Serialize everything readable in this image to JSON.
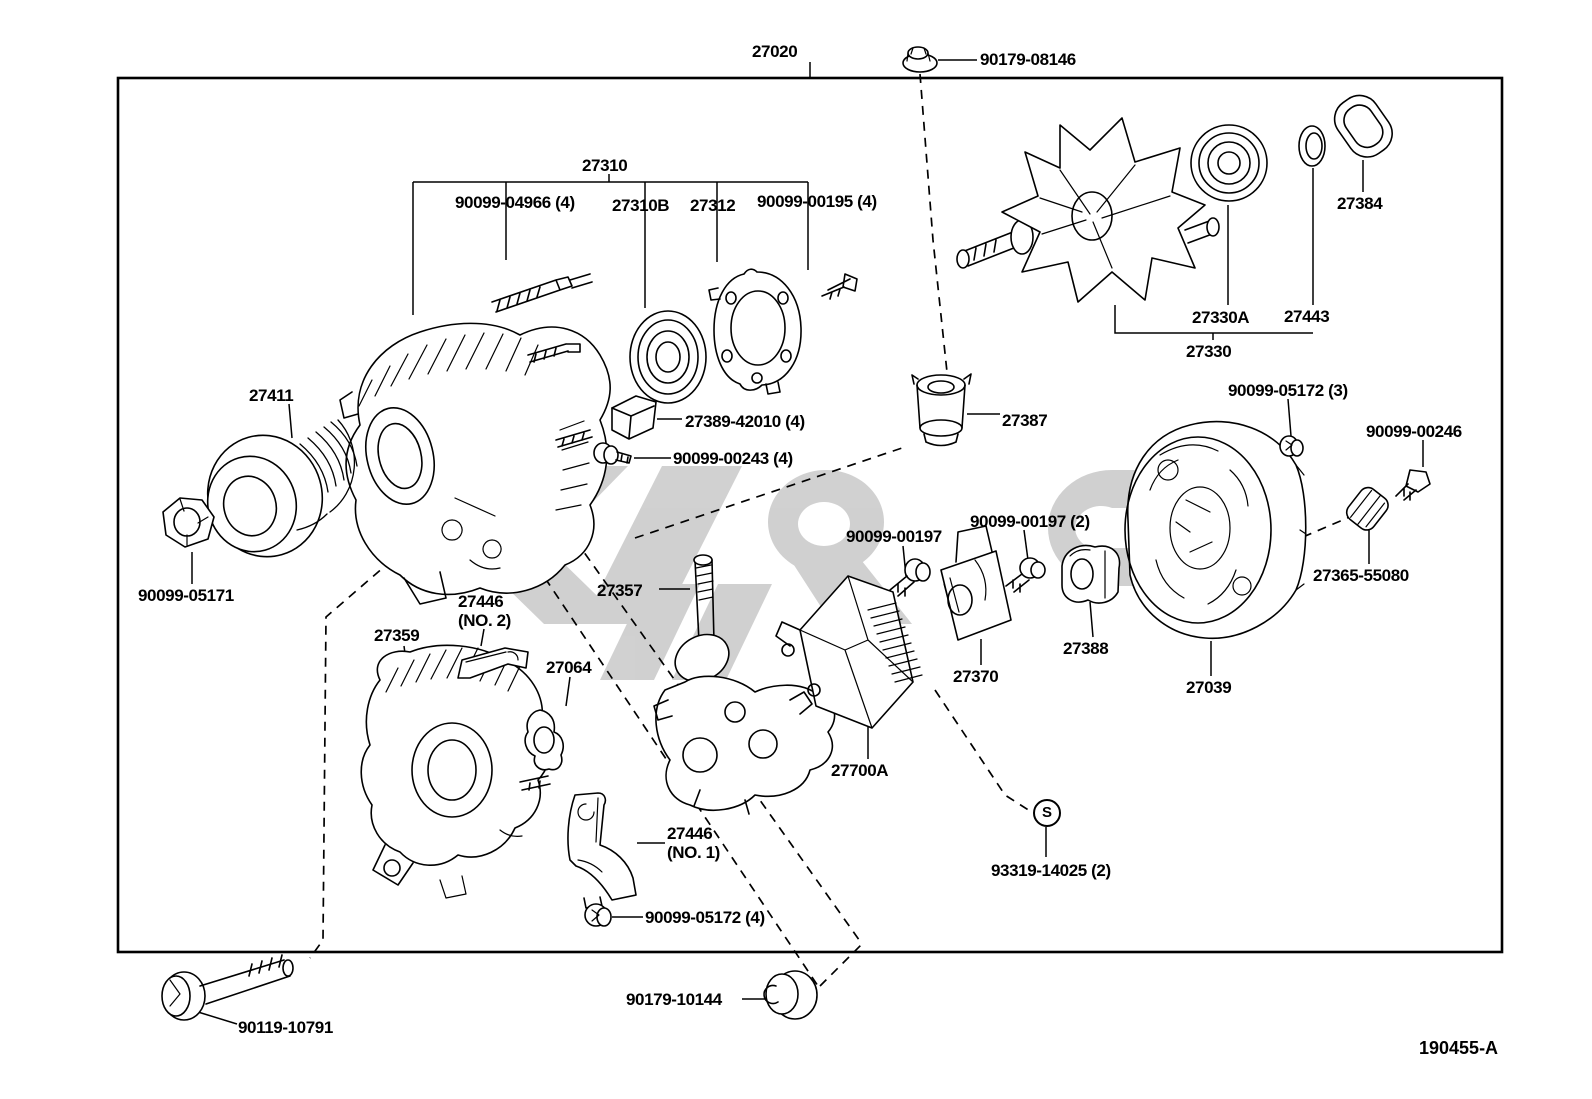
{
  "diagram": {
    "figure_number": "190455-A",
    "symbol_s": "S",
    "colors": {
      "line": "#000000",
      "watermark": "#cccccc",
      "background": "#ffffff"
    },
    "part_labels": {
      "l27020": "27020",
      "l90179_08146": "90179-08146",
      "l27310": "27310",
      "l90099_04966": "90099-04966 (4)",
      "l27310B": "27310B",
      "l27312": "27312",
      "l90099_00195": "90099-00195 (4)",
      "l27384": "27384",
      "l27330A": "27330A",
      "l27443": "27443",
      "l27330": "27330",
      "l27411": "27411",
      "l90099_05171": "90099-05171",
      "l27389_42010": "27389-42010 (4)",
      "l90099_00243": "90099-00243 (4)",
      "l27387": "27387",
      "l90099_05172_3": "90099-05172 (3)",
      "l90099_00246": "90099-00246",
      "l27365_55080": "27365-55080",
      "l90099_00197": "90099-00197",
      "l90099_00197_2": "90099-00197 (2)",
      "l27388": "27388",
      "l27370": "27370",
      "l27039": "27039",
      "l27357": "27357",
      "l27064": "27064",
      "l27700A": "27700A",
      "l27446_no2_1": "27446",
      "l27446_no2_2": "(NO. 2)",
      "l27359": "27359",
      "l27446_no1_1": "27446",
      "l27446_no1_2": "(NO. 1)",
      "l90099_05172_4": "90099-05172 (4)",
      "l93319_14025": "93319-14025 (2)",
      "l90179_10144": "90179-10144",
      "l90119_10791": "90119-10791"
    }
  }
}
